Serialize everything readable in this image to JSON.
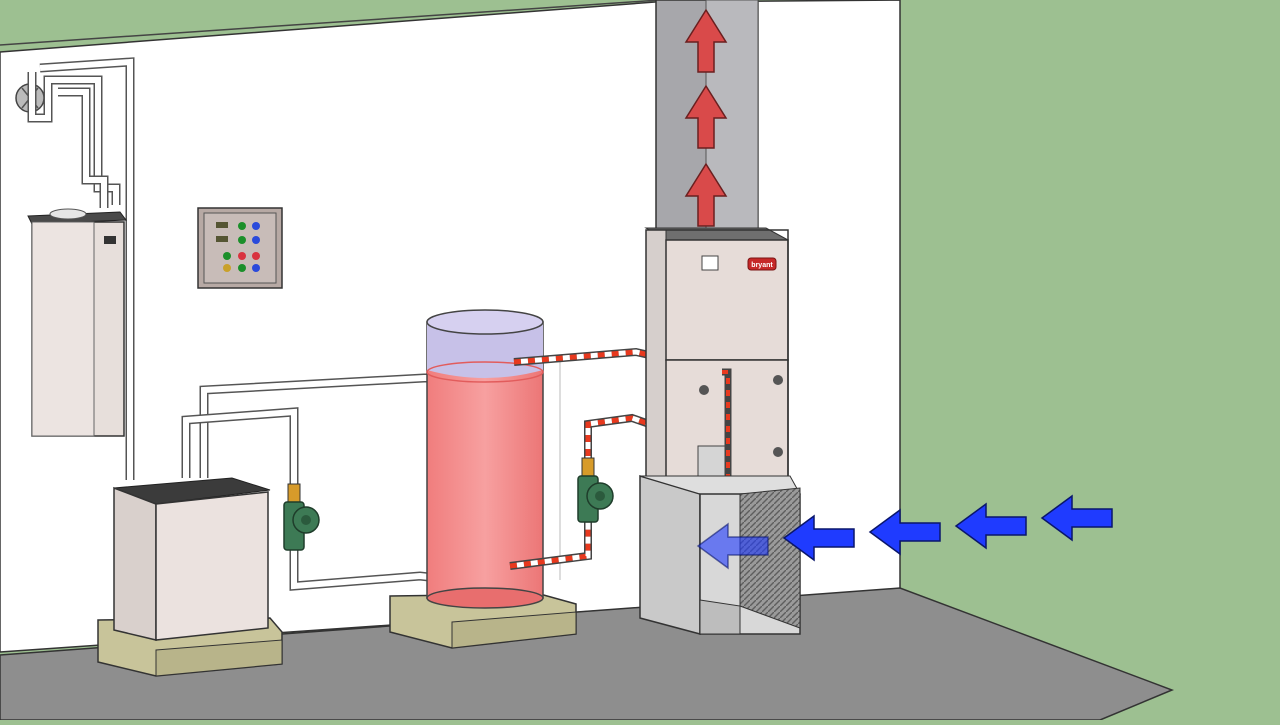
{
  "scene": {
    "brand_label": "bryant",
    "supply_air_arrows": 3,
    "return_air_arrows": 5,
    "colors": {
      "background": "#9dc091",
      "wall": "#ffffff",
      "floor": "#8e8e8e",
      "hot_water": "#f28c8c",
      "tank_top": "#c7c1e8",
      "supply_arrow": "#d94a4a",
      "return_arrow": "#1f3bff",
      "valve": "#3d7a55",
      "cabinet": "#e6dcd8",
      "wood_base": "#c8c49a",
      "pipe_red": "#e8391e"
    }
  }
}
